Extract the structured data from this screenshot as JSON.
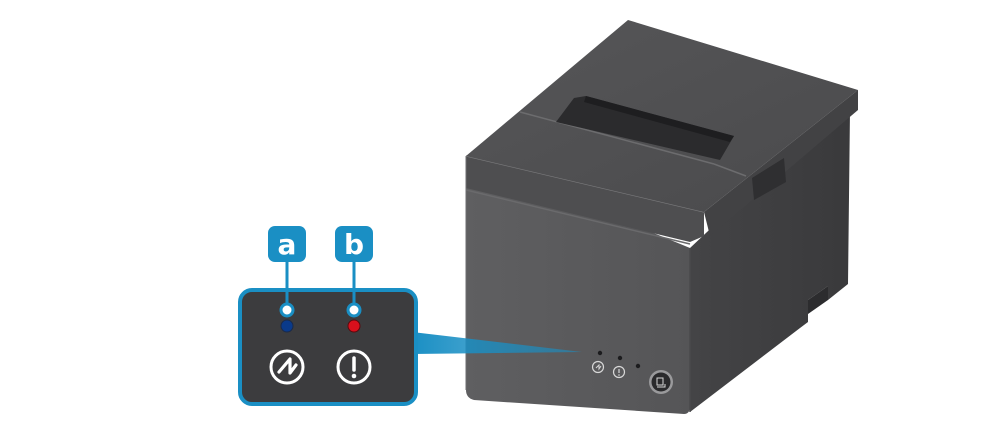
{
  "callouts": [
    {
      "id": "a",
      "label": "a",
      "led_color": "#0a3a8a",
      "icon": "power-icon"
    },
    {
      "id": "b",
      "label": "b",
      "led_color": "#d8101c",
      "icon": "error-icon"
    }
  ],
  "colors": {
    "accent": "#1a8fc4",
    "panel": "#3c3c3e",
    "printer_body": "#5a5a5c",
    "printer_dark": "#3f3f41"
  },
  "printer_panel_icons": [
    "power-icon",
    "error-icon",
    "feed-button-icon"
  ]
}
